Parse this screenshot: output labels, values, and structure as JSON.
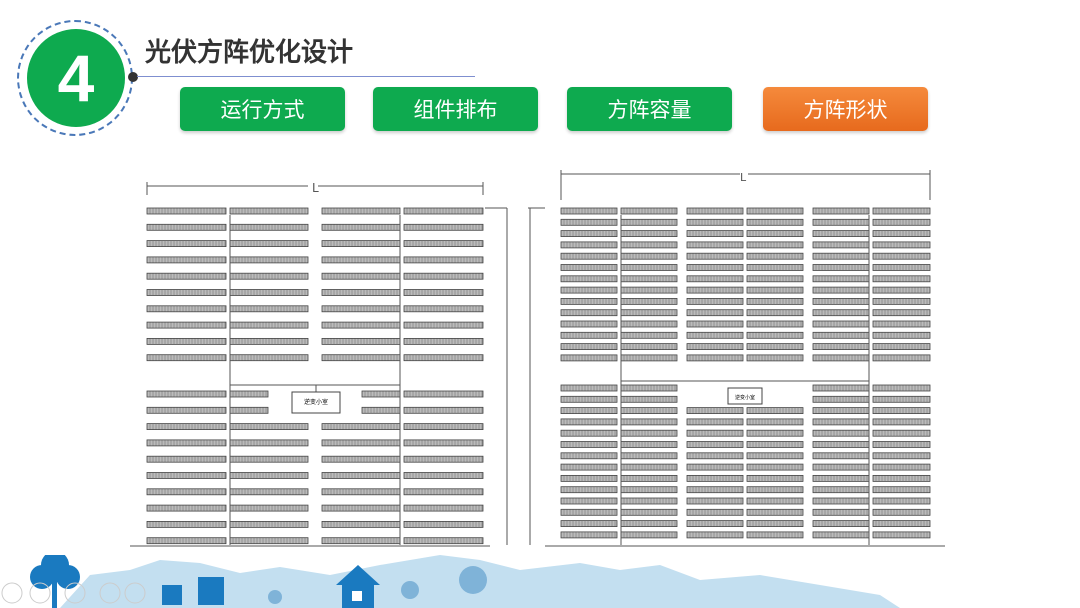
{
  "section_number": "4",
  "title": "光伏方阵优化设计",
  "tabs": [
    {
      "label": "运行方式",
      "active": false
    },
    {
      "label": "组件排布",
      "active": false
    },
    {
      "label": "方阵容量",
      "active": false
    },
    {
      "label": "方阵形状",
      "active": true
    }
  ],
  "diagrams": {
    "left": {
      "dimension_label": "L",
      "center_box_label": "逆变小室"
    },
    "right": {
      "dimension_label": "L",
      "center_box_label": "逆变小室"
    }
  },
  "colors": {
    "green": "#0eaa4f",
    "orange": "#ef7a2e",
    "footer_blue": "#1a7ac0",
    "footer_light": "#c3dff0"
  }
}
